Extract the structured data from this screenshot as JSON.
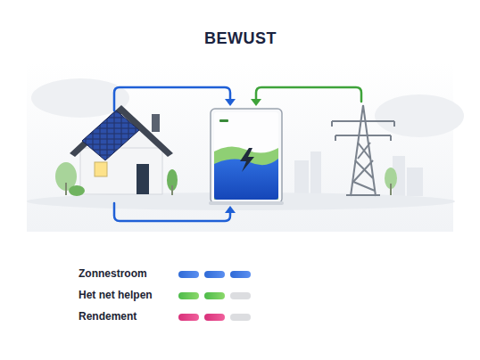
{
  "diagram": {
    "title": "BEWUST",
    "labels": [
      "Zonnestroom",
      "Het net helpen",
      "Rendement"
    ]
  }
}
